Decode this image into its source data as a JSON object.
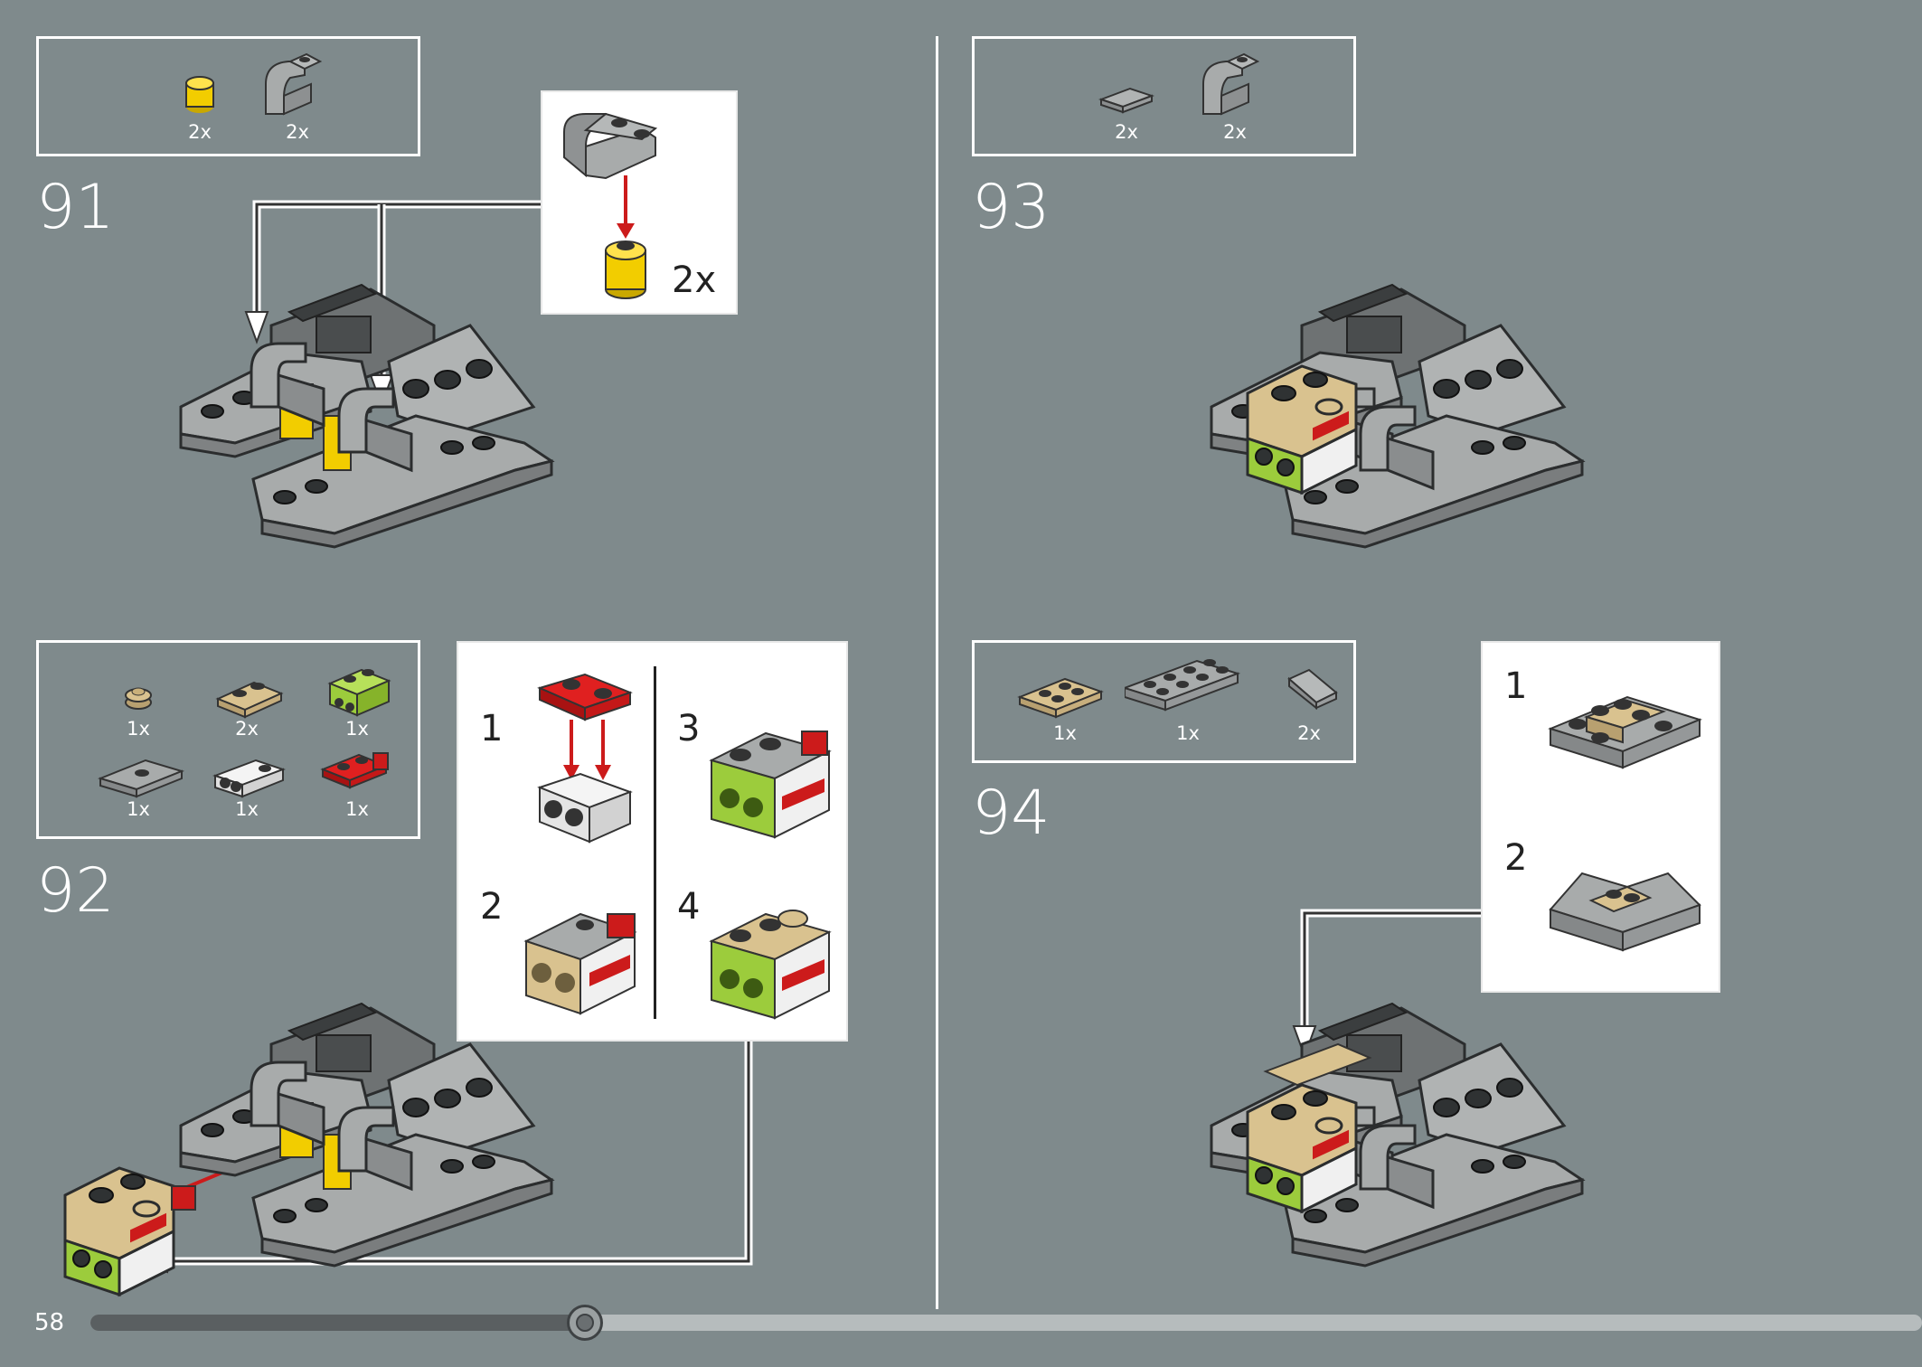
{
  "page": {
    "number": "58",
    "progress": 0.27
  },
  "steps": [
    {
      "number": "91",
      "parts": [
        {
          "qty": "2x",
          "icon": "yellow-round-brick-icon"
        },
        {
          "qty": "2x",
          "icon": "gray-curved-slope-icon"
        }
      ],
      "callout": {
        "quantity": "2x"
      }
    },
    {
      "number": "92",
      "parts": [
        {
          "qty": "1x",
          "icon": "tan-round-plate-icon"
        },
        {
          "qty": "2x",
          "icon": "tan-plate-1x2-icon"
        },
        {
          "qty": "1x",
          "icon": "lime-bracket-icon"
        },
        {
          "qty": "1x",
          "icon": "gray-jumper-plate-icon"
        },
        {
          "qty": "1x",
          "icon": "white-bracket-icon"
        },
        {
          "qty": "1x",
          "icon": "red-hinge-plate-icon"
        }
      ],
      "callout": {
        "substeps": [
          "1",
          "2",
          "3",
          "4"
        ]
      }
    },
    {
      "number": "93",
      "parts": [
        {
          "qty": "2x",
          "icon": "gray-tile-icon"
        },
        {
          "qty": "2x",
          "icon": "gray-curved-slope-icon"
        }
      ]
    },
    {
      "number": "94",
      "parts": [
        {
          "qty": "1x",
          "icon": "tan-plate-2x2-icon"
        },
        {
          "qty": "1x",
          "icon": "gray-plate-2x4-icon"
        },
        {
          "qty": "2x",
          "icon": "gray-slope-tile-icon"
        }
      ],
      "callout": {
        "substeps": [
          "1",
          "2"
        ]
      }
    }
  ],
  "colors": {
    "background": "#7f8a8c",
    "light_gray": "#a8abab",
    "dark_gray": "#5b5e5f",
    "yellow": "#f2cd00",
    "tan": "#d9c28f",
    "lime": "#9ccc3c",
    "red": "#cc1b1b"
  }
}
